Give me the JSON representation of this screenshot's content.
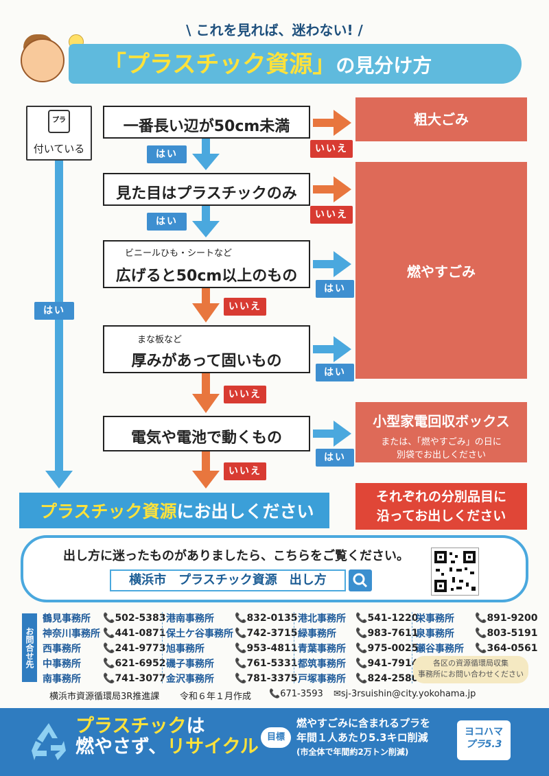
{
  "header": {
    "subtitle": "\\ これを見れば、迷わない! /",
    "title_open": "「プラスチック資源」",
    "title_tail": "の見分け方"
  },
  "mark": {
    "icon": "プラ",
    "label": "付いている",
    "icon_name": "pla-recycle-mark-icon"
  },
  "questions": [
    {
      "sub": "",
      "text": "一番長い辺が50cm未満"
    },
    {
      "sub": "",
      "text": "見た目はプラスチックのみ"
    },
    {
      "sub": "ビニールひも・シートなど",
      "text": "広げると50cm以上のもの"
    },
    {
      "sub": "まな板など",
      "text": "厚みがあって固いもの"
    },
    {
      "sub": "",
      "text": "電気や電池で動くもの"
    }
  ],
  "tags": {
    "yes": "はい",
    "no": "いいえ"
  },
  "results": {
    "sodai": "粗大ごみ",
    "moyasu": "燃やすごみ",
    "kaden_title": "小型家電回収ボックス",
    "kaden_line1": "または、「燃やすごみ」の日に",
    "kaden_line2": "別袋でお出しください",
    "other_line1": "それぞれの分別品目に",
    "other_line2": "沿ってお出しください"
  },
  "cta": {
    "hl": "プラスチック資源",
    "rest": "にお出しください"
  },
  "search": {
    "lead": "出し方に迷ったものがありましたら、こちらをご覧ください。",
    "query": "横浜市　プラスチック資源　出し方",
    "button_icon": "search-icon"
  },
  "contacts": {
    "label": "お問合せ先",
    "columns": [
      [
        {
          "name": "鶴見事務所",
          "tel": "502-5383"
        },
        {
          "name": "神奈川事務所",
          "tel": "441-0871"
        },
        {
          "name": "西事務所",
          "tel": "241-9773"
        },
        {
          "name": "中事務所",
          "tel": "621-6952"
        },
        {
          "name": "南事務所",
          "tel": "741-3077"
        }
      ],
      [
        {
          "name": "港南事務所",
          "tel": "832-0135"
        },
        {
          "name": "保土ケ谷事務所",
          "tel": "742-3715"
        },
        {
          "name": "旭事務所",
          "tel": "953-4811"
        },
        {
          "name": "磯子事務所",
          "tel": "761-5331"
        },
        {
          "name": "金沢事務所",
          "tel": "781-3375"
        }
      ],
      [
        {
          "name": "港北事務所",
          "tel": "541-1220"
        },
        {
          "name": "緑事務所",
          "tel": "983-7611"
        },
        {
          "name": "青葉事務所",
          "tel": "975-0025"
        },
        {
          "name": "都筑事務所",
          "tel": "941-7914"
        },
        {
          "name": "戸塚事務所",
          "tel": "824-2580"
        }
      ],
      [
        {
          "name": "栄事務所",
          "tel": "891-9200"
        },
        {
          "name": "泉事務所",
          "tel": "803-5191"
        },
        {
          "name": "瀬谷事務所",
          "tel": "364-0561"
        }
      ]
    ],
    "note_line1": "各区の資源循環局収集",
    "note_line2": "事務所にお問い合わせください"
  },
  "footer": {
    "issuer": "横浜市資源循環局3R推進課",
    "date": "令和６年１月作成",
    "tel": "671-3593",
    "email": "sj-3rsuishin@city.yokohama.jp"
  },
  "bottom": {
    "line1_hl": "プラスチック",
    "line1_rest": "は",
    "line2_a": "燃やさず、",
    "line2_hl": "リサイクル",
    "goal_badge": "目標",
    "goal_l1": "燃やすごみに含まれるプラを",
    "goal_l2": "年間１人あたり5.3キロ削減",
    "goal_l3": "(市全体で年間約2万トン削減)",
    "logo_l1": "ヨコハマ",
    "logo_l2": "プラ5.3"
  },
  "colors": {
    "accent_blue": "#3b9fd8",
    "red": "#d83b32",
    "salmon": "#de6a58",
    "yellow": "#ffe23a"
  }
}
